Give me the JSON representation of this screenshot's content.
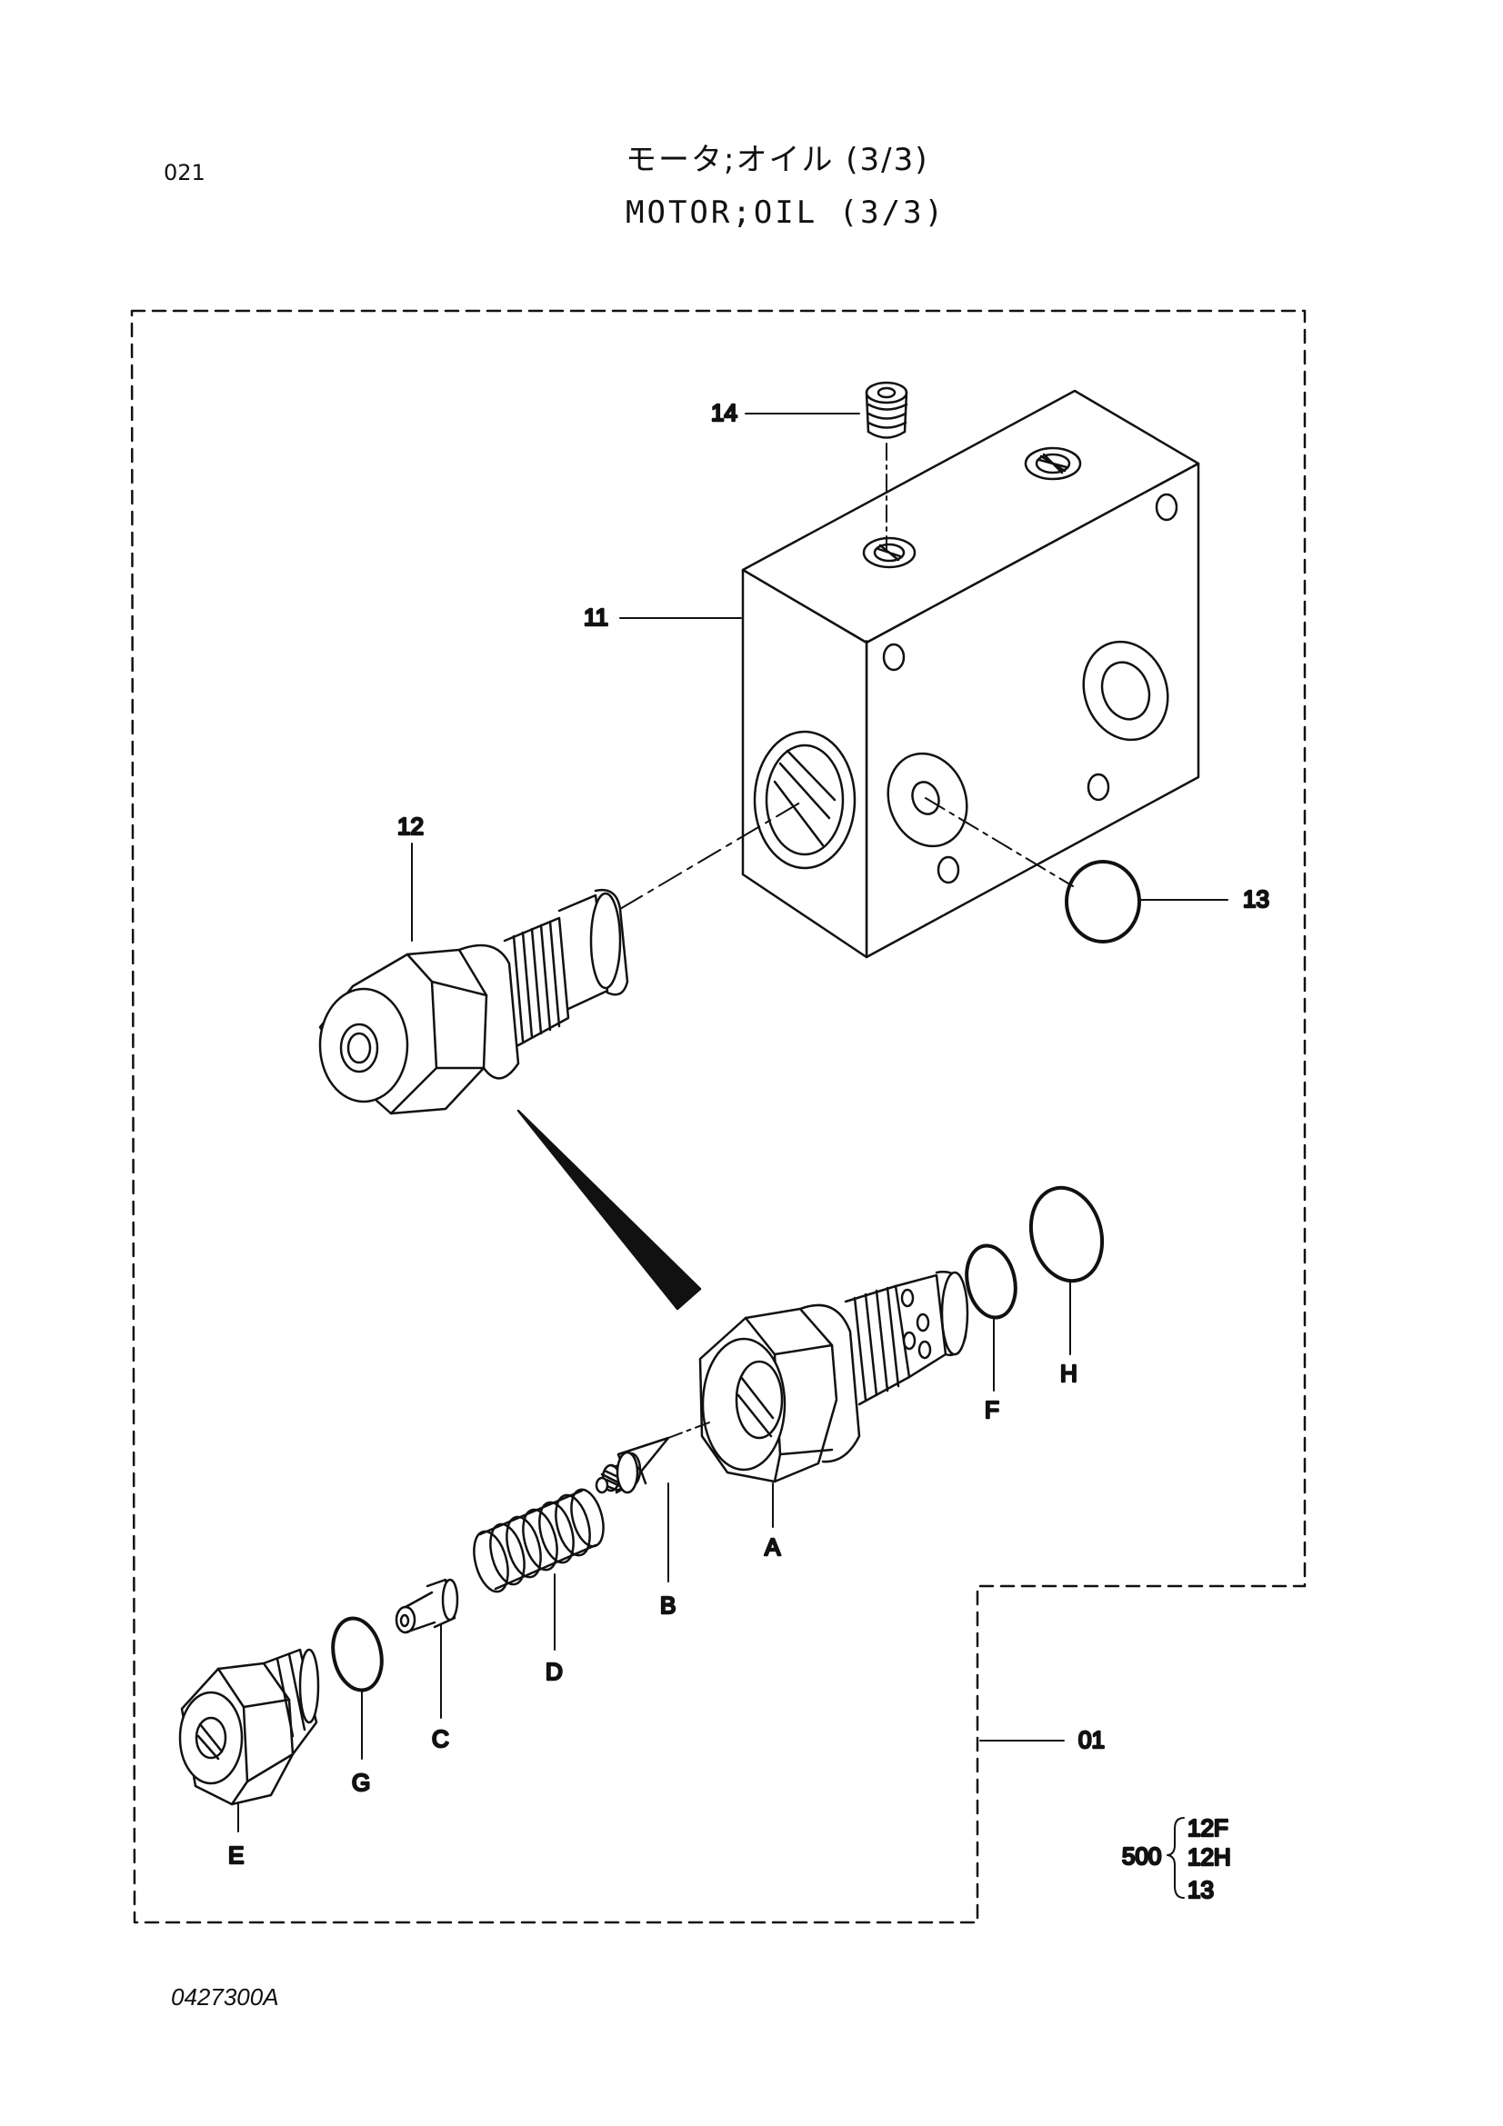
{
  "header": {
    "page_number": "021",
    "title_jp": "モータ;オイル (3/3)",
    "title_en": "MOTOR;OIL (3/3)"
  },
  "callouts": {
    "c14": "14",
    "c11": "11",
    "c12": "12",
    "c13": "13",
    "cA": "A",
    "cB": "B",
    "cC": "C",
    "cD": "D",
    "cE": "E",
    "cF": "F",
    "cG": "G",
    "cH": "H",
    "c01": "01"
  },
  "kit": {
    "number": "500",
    "items": [
      "12F",
      "12H",
      "13"
    ]
  },
  "footer": {
    "drawing_number": "0427300A"
  }
}
